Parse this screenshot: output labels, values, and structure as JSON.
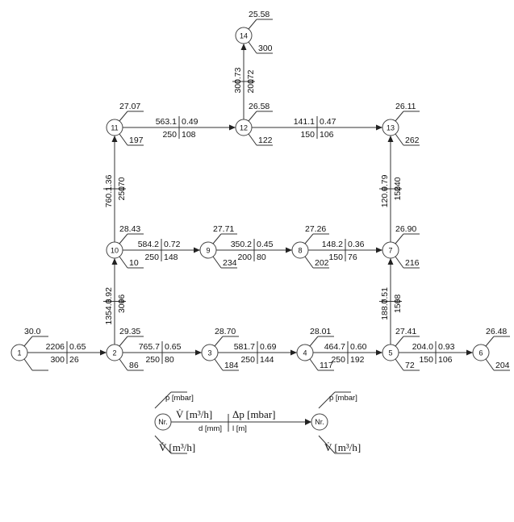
{
  "nodes": [
    {
      "id": "1",
      "pressure": "30.0",
      "demand": ""
    },
    {
      "id": "2",
      "pressure": "29.35",
      "demand": "86"
    },
    {
      "id": "3",
      "pressure": "28.70",
      "demand": "184"
    },
    {
      "id": "4",
      "pressure": "28.01",
      "demand": "117"
    },
    {
      "id": "5",
      "pressure": "27.41",
      "demand": "72"
    },
    {
      "id": "6",
      "pressure": "26.48",
      "demand": "204"
    },
    {
      "id": "7",
      "pressure": "26.90",
      "demand": "216"
    },
    {
      "id": "8",
      "pressure": "27.26",
      "demand": "202"
    },
    {
      "id": "9",
      "pressure": "27.71",
      "demand": "234"
    },
    {
      "id": "10",
      "pressure": "28.43",
      "demand": "10"
    },
    {
      "id": "11",
      "pressure": "27.07",
      "demand": "197"
    },
    {
      "id": "12",
      "pressure": "26.58",
      "demand": "122"
    },
    {
      "id": "13",
      "pressure": "26.11",
      "demand": "262"
    },
    {
      "id": "14",
      "pressure": "25.58",
      "demand": "300"
    }
  ],
  "pipes": [
    {
      "from": "1",
      "to": "2",
      "flow": "2206",
      "dp": "0.65",
      "d": "300",
      "l": "26"
    },
    {
      "from": "2",
      "to": "3",
      "flow": "765.7",
      "dp": "0.65",
      "d": "250",
      "l": "80"
    },
    {
      "from": "3",
      "to": "4",
      "flow": "581.7",
      "dp": "0.69",
      "d": "250",
      "l": "144"
    },
    {
      "from": "4",
      "to": "5",
      "flow": "464.7",
      "dp": "0.60",
      "d": "250",
      "l": "192"
    },
    {
      "from": "5",
      "to": "6",
      "flow": "204.0",
      "dp": "0.93",
      "d": "150",
      "l": "106"
    },
    {
      "from": "2",
      "to": "10",
      "flow": "1354.3",
      "dp": "0.92",
      "d": "300",
      "l": "96"
    },
    {
      "from": "5",
      "to": "7",
      "flow": "188.7",
      "dp": "0.51",
      "d": "150",
      "l": "68"
    },
    {
      "from": "10",
      "to": "9",
      "flow": "584.2",
      "dp": "0.72",
      "d": "250",
      "l": "148"
    },
    {
      "from": "9",
      "to": "8",
      "flow": "350.2",
      "dp": "0.45",
      "d": "200",
      "l": "80"
    },
    {
      "from": "8",
      "to": "7",
      "flow": "148.2",
      "dp": "0.36",
      "d": "150",
      "l": "76"
    },
    {
      "from": "10",
      "to": "11",
      "flow": "760.1",
      "dp": "1.36",
      "d": "250",
      "l": "170"
    },
    {
      "from": "7",
      "to": "13",
      "flow": "120.9",
      "dp": "0.79",
      "d": "150",
      "l": "240"
    },
    {
      "from": "11",
      "to": "12",
      "flow": "563.1",
      "dp": "0.49",
      "d": "250",
      "l": "108"
    },
    {
      "from": "12",
      "to": "13",
      "flow": "141.1",
      "dp": "0.47",
      "d": "150",
      "l": "106"
    },
    {
      "from": "12",
      "to": "14",
      "flow": "300",
      "dp": "0.73",
      "d": "200",
      "l": "172"
    }
  ],
  "legend": {
    "node_label": "Nr.",
    "pressure": "p [mbar]",
    "flow": "V̇ [m³/h]",
    "dp": "Δp [mbar]",
    "d": "d [mm]",
    "l": "l [m]",
    "demand": "V̇ [m³/h]"
  }
}
